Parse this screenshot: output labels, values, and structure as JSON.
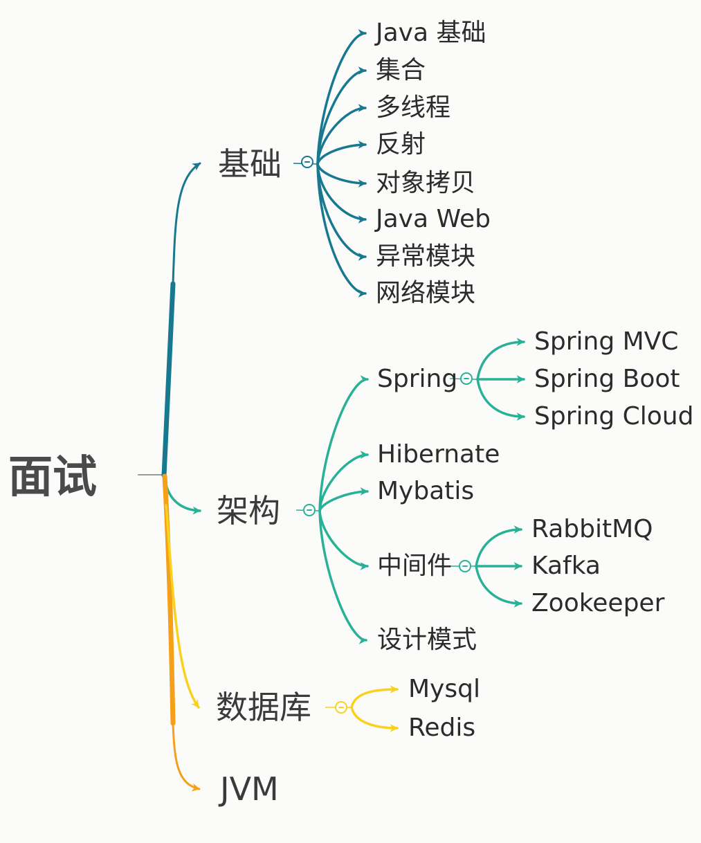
{
  "root": {
    "label": "面试"
  },
  "branches": [
    {
      "label": "基础",
      "children": [
        {
          "label": "Java 基础"
        },
        {
          "label": "集合"
        },
        {
          "label": "多线程"
        },
        {
          "label": "反射"
        },
        {
          "label": "对象拷贝"
        },
        {
          "label": "Java Web"
        },
        {
          "label": "异常模块"
        },
        {
          "label": "网络模块"
        }
      ]
    },
    {
      "label": "架构",
      "children": [
        {
          "label": "Spring",
          "children": [
            {
              "label": "Spring MVC"
            },
            {
              "label": "Spring Boot"
            },
            {
              "label": "Spring Cloud"
            }
          ]
        },
        {
          "label": "Hibernate"
        },
        {
          "label": "Mybatis"
        },
        {
          "label": "中间件",
          "children": [
            {
              "label": "RabbitMQ"
            },
            {
              "label": "Kafka"
            },
            {
              "label": "Zookeeper"
            }
          ]
        },
        {
          "label": "设计模式"
        }
      ]
    },
    {
      "label": "数据库",
      "children": [
        {
          "label": "Mysql"
        },
        {
          "label": "Redis"
        }
      ]
    },
    {
      "label": "JVM",
      "children": []
    }
  ],
  "colors": {
    "basics": "#17788F",
    "architecture": "#28B196",
    "database": "#F8D21C",
    "jvm": "#F5A019",
    "connector_gray": "#999999",
    "root_text": "#4A4A4A",
    "node_text": "#2B2B2B"
  },
  "icons": {
    "collapse_toggle": "minus-circle"
  }
}
